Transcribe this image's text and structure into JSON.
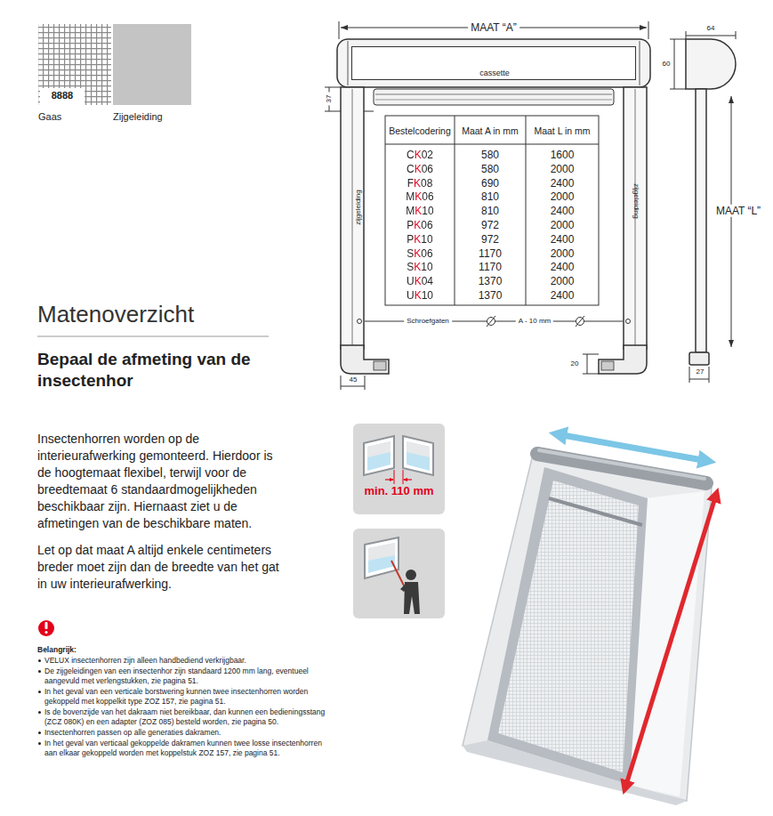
{
  "diagram": {
    "title": "Matenoverzicht",
    "nodes": [
      {
        "text": [
          "8888"
        ]
      },
      {
        "text": [
          "cassette"
        ]
      },
      {
        "text": [
          "min. 110 mm"
        ]
      }
    ],
    "labels": [
      "Gaas",
      "Zijgeleiding",
      "MAAT “A”",
      "64",
      "60",
      "37",
      "zijgeleiding",
      "zijgeleiding",
      "Bestelcodering",
      "Maat A in mm",
      "Maat L in mm",
      "CK02",
      "580",
      "1600",
      "CK06",
      "580",
      "2000",
      "FK08",
      "690",
      "2400",
      "MK06",
      "810",
      "2000",
      "MK10",
      "810",
      "2400",
      "PK06",
      "972",
      "2000",
      "PK10",
      "972",
      "2400",
      "SK06",
      "1170",
      "2000",
      "SK10",
      "1170",
      "2400",
      "UK04",
      "1370",
      "2000",
      "UK10",
      "1370",
      "2400",
      "MAAT “L”",
      "Schroefgaten",
      "A - 10 mm",
      "20",
      "45",
      "27",
      "Bepaal de afmeting van de insectenhor",
      "Insectenhorren worden op de interieurafwerking gemonteerd. Hierdoor is de hoogtemaat flexibel, terwijl voor de breedtemaat 6 standaardmogelijkheden beschikbaar zijn. Hiernaast ziet u de afmetingen van de beschikbare maten.",
      "Let op dat maat A altijd enkele centimeters breder moet zijn dan de breedte van het gat in uw interieurafwerking.",
      "Belangrijk:",
      "VELUX insectenhorren zijn alleen handbediend verkrijgbaar.",
      "De zijgeleidingen van een insectenhor zijn standaard 1200 mm lang, eventueel aangevuld met verlengstukken, zie pagina 51.",
      "In het geval van een verticale borstwering kunnen twee insectenhorren worden gekoppeld met koppelkit type ZOZ 157, zie pagina 51.",
      "Is de bovenzijde van het dakraam niet bereikbaar, dan kunnen een bedieningsstang (ZCZ 080K) en een adapter (ZOZ 085) besteld worden, zie pagina 50.",
      "Insectenhorren passen op alle generaties dakramen.",
      "In het geval van verticaal gekoppelde dakramen kunnen twee losse insectenhorren aan elkaar gekoppeld worden met koppelstuk ZOZ 157, zie pagina 51."
    ]
  }
}
